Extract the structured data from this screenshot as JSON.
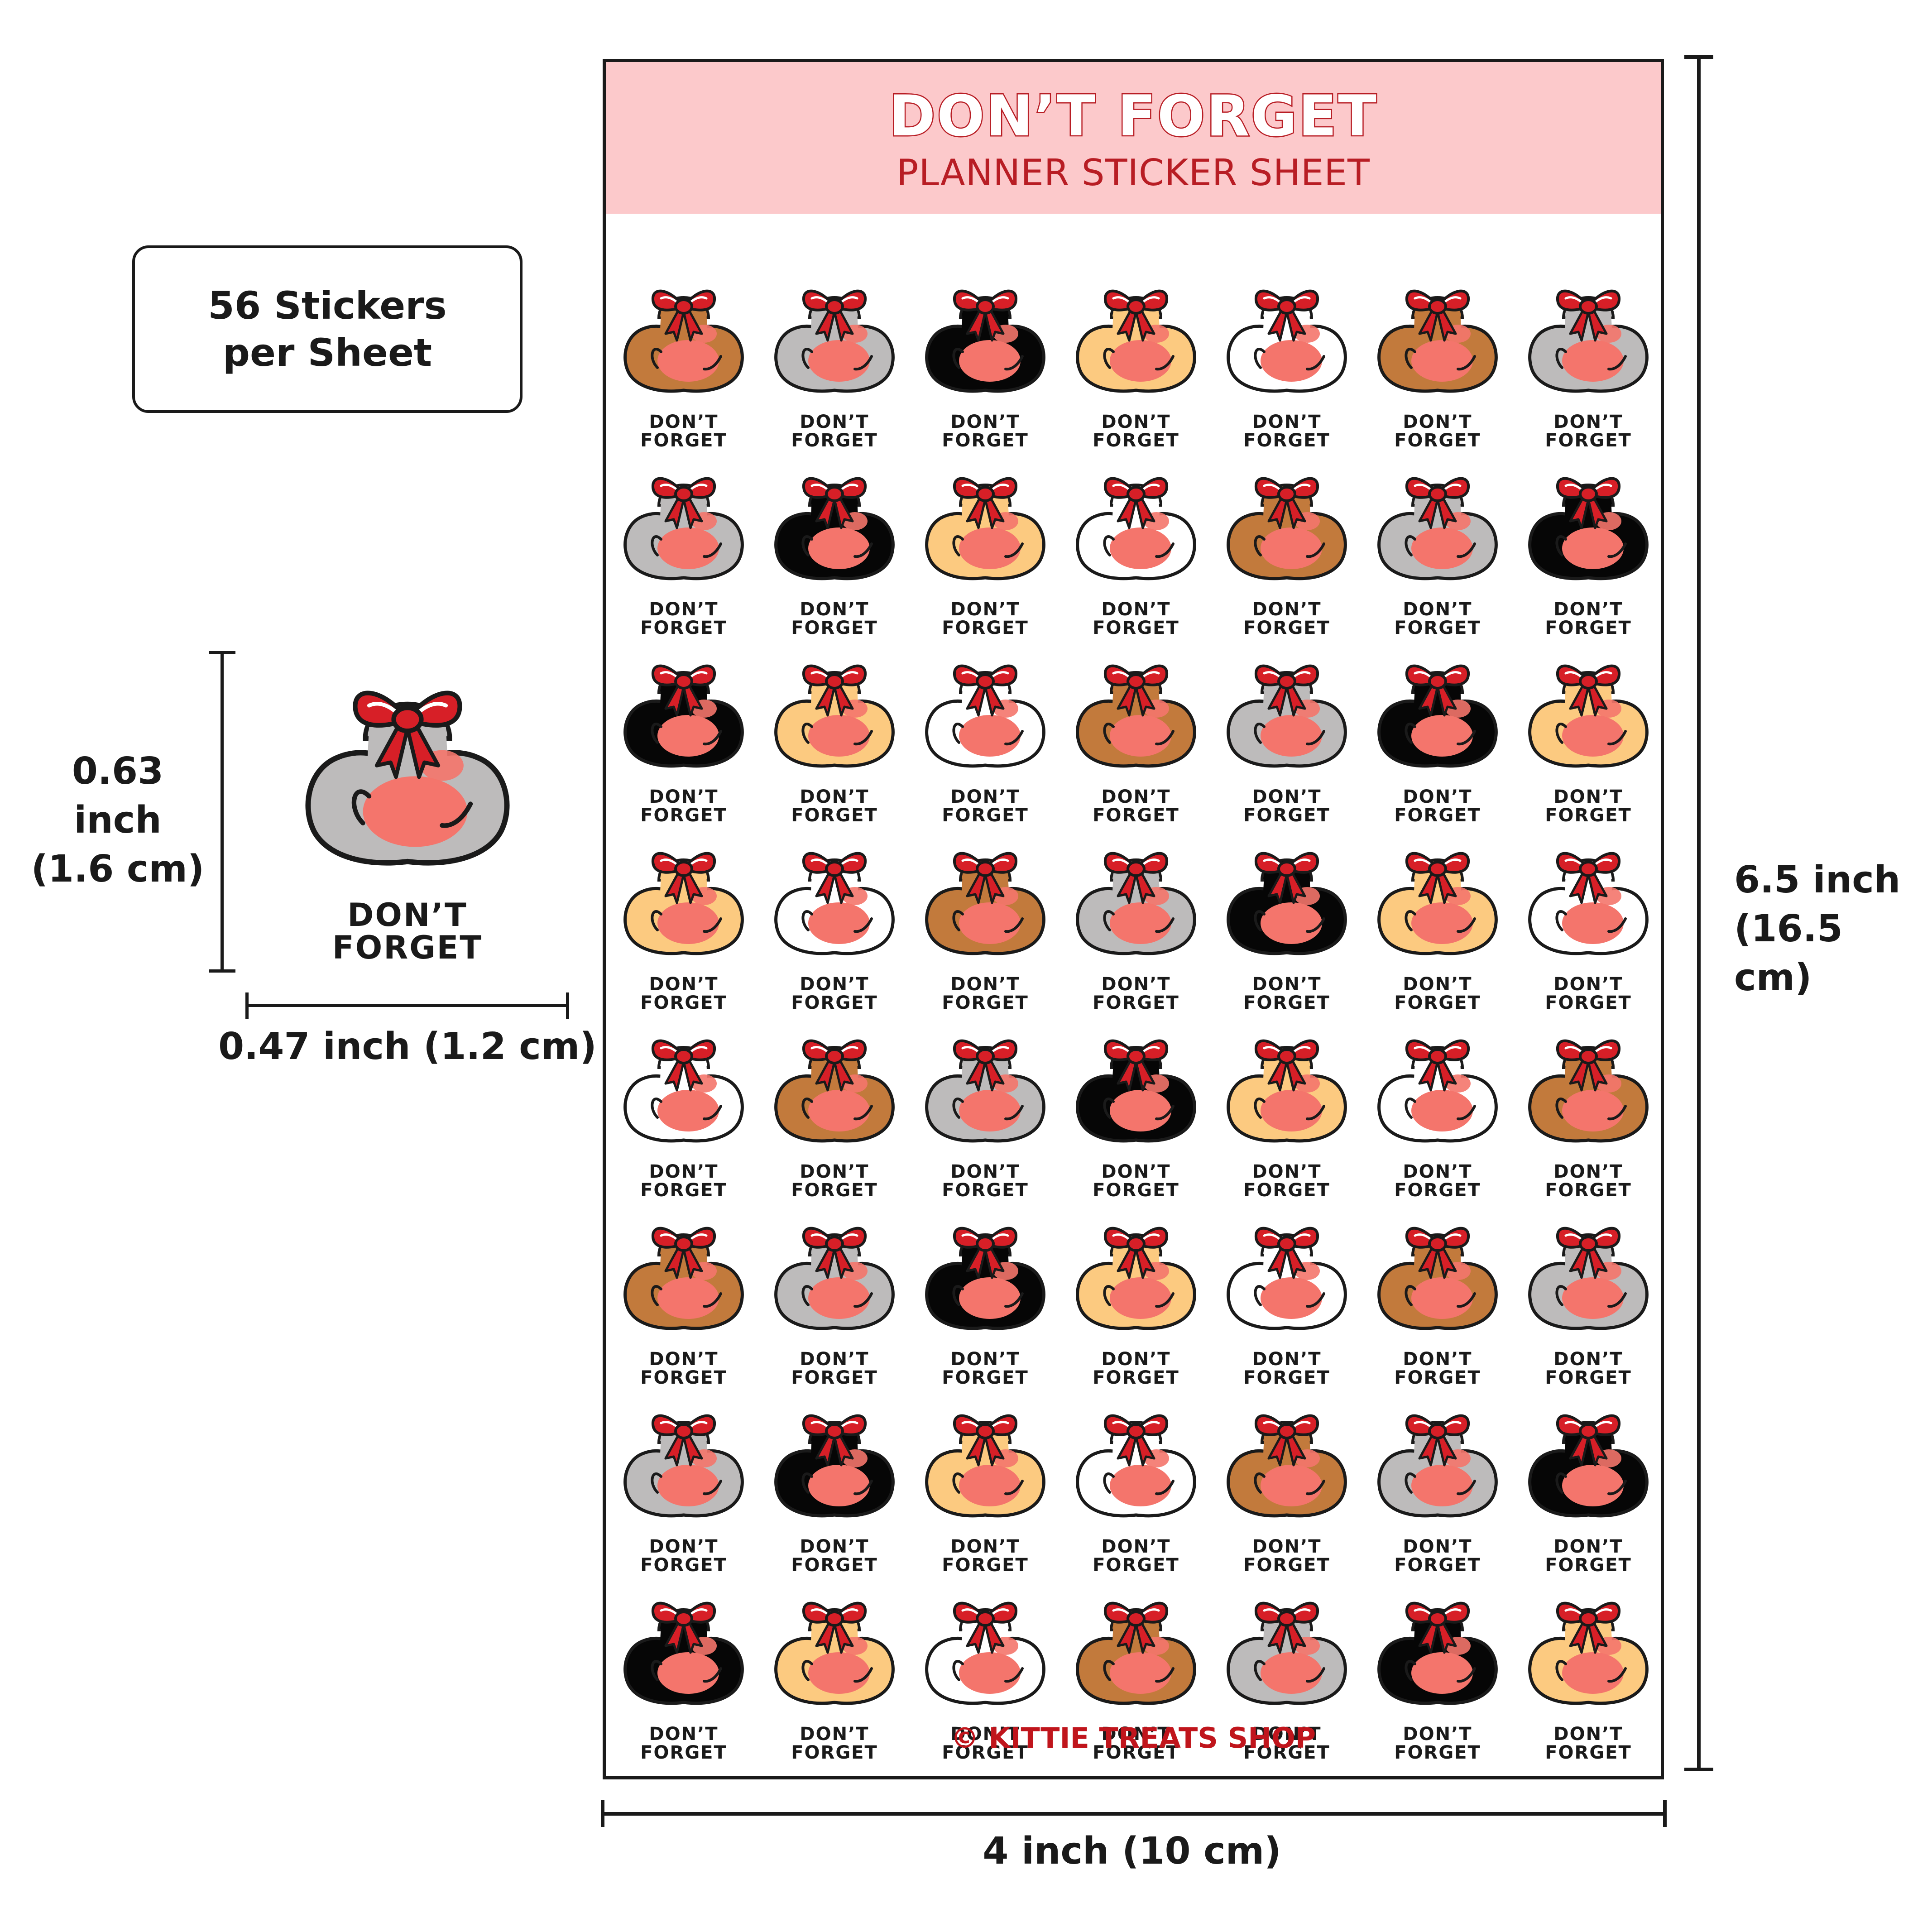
{
  "info_box": {
    "text": "56 Stickers per Sheet"
  },
  "sheet": {
    "title": "DON’T FORGET",
    "subtitle": "PLANNER STICKER SHEET",
    "footer": "© KITTIE TREATS SHOP",
    "columns": 7,
    "rows": 8,
    "sticker_label_line1": "DON’T",
    "sticker_label_line2": "FORGET",
    "sticker_colors": [
      [
        "brown",
        "gray",
        "black",
        "cream",
        "white",
        "brown",
        "gray"
      ],
      [
        "gray",
        "black",
        "cream",
        "white",
        "brown",
        "gray",
        "black"
      ],
      [
        "black",
        "cream",
        "white",
        "brown",
        "gray",
        "black",
        "cream"
      ],
      [
        "cream",
        "white",
        "brown",
        "gray",
        "black",
        "cream",
        "white"
      ],
      [
        "white",
        "brown",
        "gray",
        "black",
        "cream",
        "white",
        "brown"
      ],
      [
        "brown",
        "gray",
        "black",
        "cream",
        "white",
        "brown",
        "gray"
      ],
      [
        "gray",
        "black",
        "cream",
        "white",
        "brown",
        "gray",
        "black"
      ],
      [
        "black",
        "cream",
        "white",
        "brown",
        "gray",
        "black",
        "cream"
      ]
    ]
  },
  "example_sticker": {
    "color": "gray",
    "label_line1": "DON’T",
    "label_line2": "FORGET"
  },
  "dimensions": {
    "sticker_height": "0.63 inch (1.6 cm)",
    "sticker_height_line1": "0.63 inch",
    "sticker_height_line2": "(1.6 cm)",
    "sticker_width": "0.47 inch (1.2 cm)",
    "sheet_height_line1": "6.5 inch",
    "sheet_height_line2": "(16.5 cm)",
    "sheet_width": "4 inch (10 cm)"
  },
  "palette": {
    "brown": "#c27a3c",
    "gray": "#bdbbbb",
    "black": "#060606",
    "cream": "#fcca80",
    "white": "#ffffff",
    "pad": "#f4756c",
    "ribbon": "#d71f27",
    "outline": "#1a1a1a"
  }
}
